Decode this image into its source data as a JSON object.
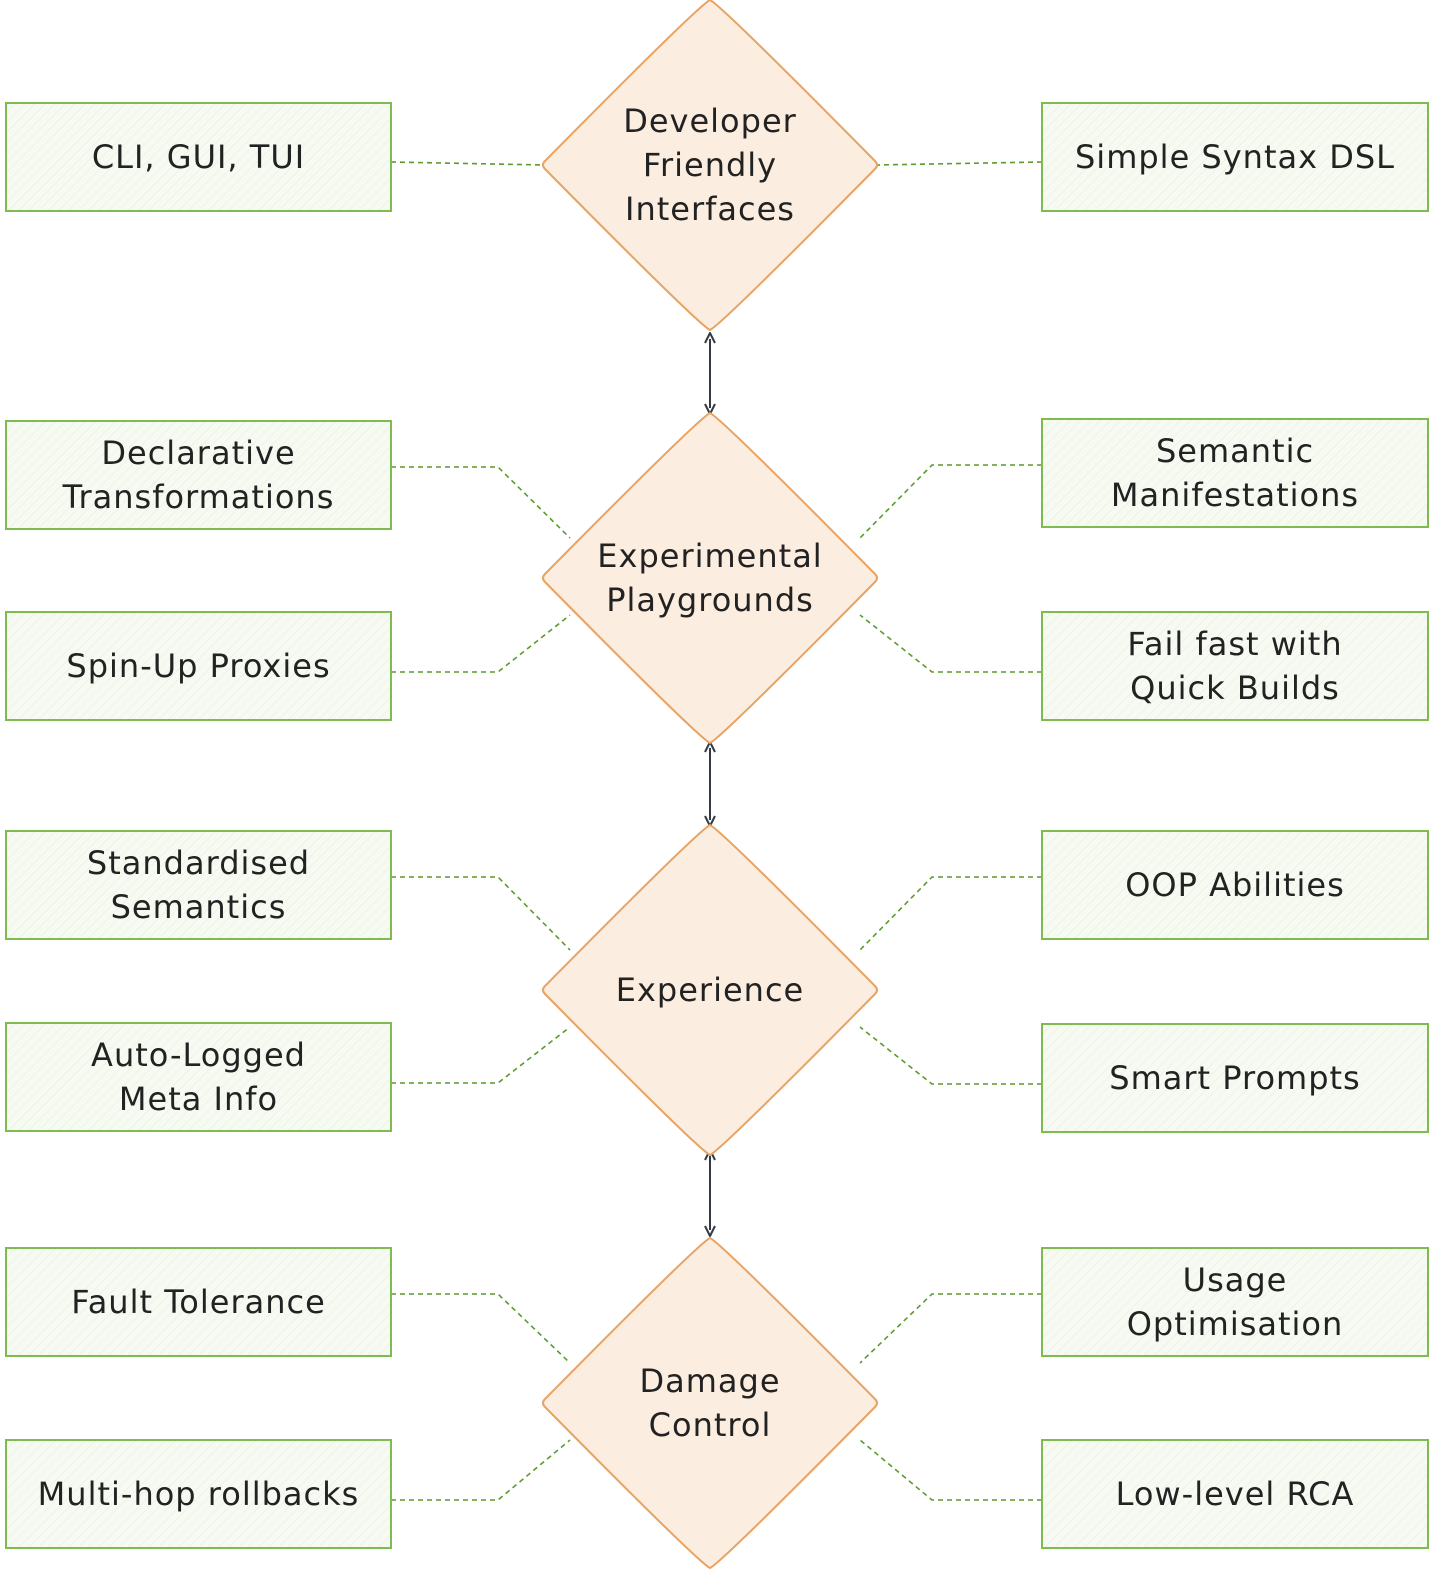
{
  "colors": {
    "hub_fill": "#fbeee0",
    "hub_stroke": "#e8a262",
    "box_fill": "#f7faf2",
    "box_stroke": "#7fbc4f",
    "connector": "#5b9a2c",
    "arrow": "#333a44",
    "text": "#222222"
  },
  "hubs": [
    {
      "label": [
        "Developer",
        "Friendly",
        "Interfaces"
      ],
      "boxes": [
        {
          "side": "left",
          "lines": [
            "CLI, GUI, TUI"
          ]
        },
        {
          "side": "right",
          "lines": [
            "Simple Syntax DSL"
          ]
        }
      ]
    },
    {
      "label": [
        "Experimental",
        "Playgrounds"
      ],
      "boxes": [
        {
          "side": "left",
          "lines": [
            "Declarative",
            "Transformations"
          ]
        },
        {
          "side": "left",
          "lines": [
            "Spin-Up Proxies"
          ]
        },
        {
          "side": "right",
          "lines": [
            "Semantic",
            "Manifestations"
          ]
        },
        {
          "side": "right",
          "lines": [
            "Fail fast with",
            "Quick Builds"
          ]
        }
      ]
    },
    {
      "label": [
        "Experience"
      ],
      "boxes": [
        {
          "side": "left",
          "lines": [
            "Standardised",
            "Semantics"
          ]
        },
        {
          "side": "left",
          "lines": [
            "Auto-Logged",
            "Meta Info"
          ]
        },
        {
          "side": "right",
          "lines": [
            "OOP Abilities"
          ]
        },
        {
          "side": "right",
          "lines": [
            "Smart Prompts"
          ]
        }
      ]
    },
    {
      "label": [
        "Damage",
        "Control"
      ],
      "boxes": [
        {
          "side": "left",
          "lines": [
            "Fault Tolerance"
          ]
        },
        {
          "side": "left",
          "lines": [
            "Multi-hop rollbacks"
          ]
        },
        {
          "side": "right",
          "lines": [
            "Usage",
            "Optimisation"
          ]
        },
        {
          "side": "right",
          "lines": [
            "Low-level RCA"
          ]
        }
      ]
    }
  ]
}
